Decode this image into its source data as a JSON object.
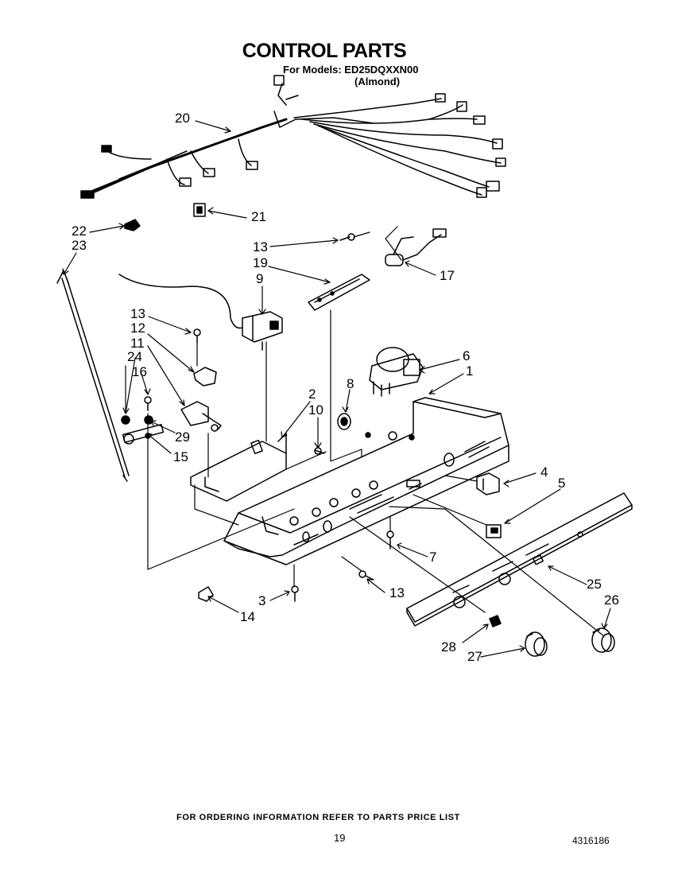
{
  "title": "CONTROL PARTS",
  "models_line": "For Models: ED25DQXXN00",
  "variant": "(Almond)",
  "callouts": {
    "c20": "20",
    "c21": "21",
    "c22": "22",
    "c23": "23",
    "c13a": "13",
    "c19": "19",
    "c9": "9",
    "c17": "17",
    "c13b": "13",
    "c12": "12",
    "c11": "11",
    "c24": "24",
    "c16": "16",
    "c29": "29",
    "c15": "15",
    "c2": "2",
    "c10": "10",
    "c8": "8",
    "c6": "6",
    "c1": "1",
    "c4": "4",
    "c5": "5",
    "c7": "7",
    "c25": "25",
    "c26": "26",
    "c3": "3",
    "c14": "14",
    "c13c": "13",
    "c28": "28",
    "c27": "27"
  },
  "footer_note": "FOR ORDERING INFORMATION REFER TO PARTS PRICE LIST",
  "page_number": "19",
  "part_code": "4316186"
}
